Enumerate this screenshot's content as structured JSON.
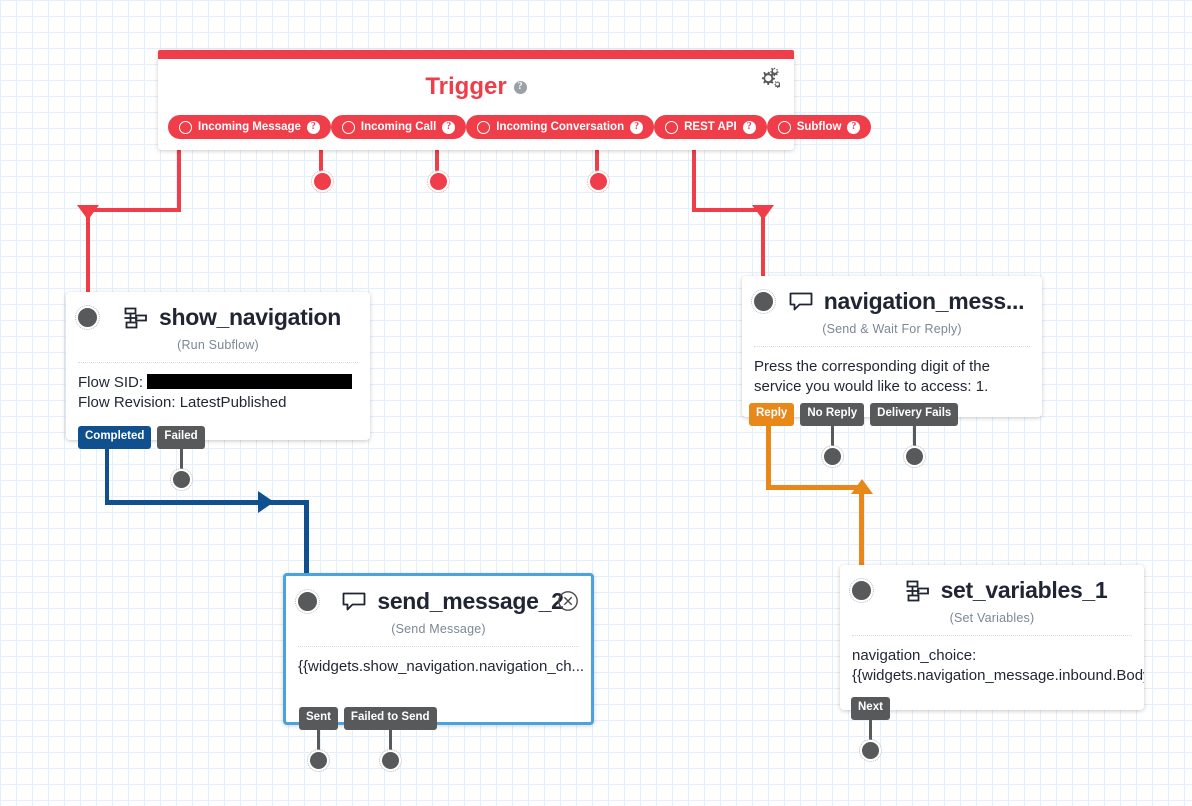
{
  "trigger": {
    "title": "Trigger",
    "help_glyph": "?",
    "settings_icon": "gears-icon",
    "pills": [
      {
        "label": "Incoming Message",
        "name": "trigger-incoming-message"
      },
      {
        "label": "Incoming Call",
        "name": "trigger-incoming-call"
      },
      {
        "label": "Incoming Conversation",
        "name": "trigger-incoming-conversation"
      },
      {
        "label": "REST API",
        "name": "trigger-rest-api"
      },
      {
        "label": "Subflow",
        "name": "trigger-subflow"
      }
    ]
  },
  "nodes": {
    "show_navigation": {
      "title": "show_navigation",
      "subtitle": "(Run Subflow)",
      "icon": "subflow-icon",
      "body": {
        "flow_sid_label": "Flow SID:",
        "flow_sid_value": "",
        "flow_revision": "Flow Revision: LatestPublished"
      },
      "outputs": [
        {
          "label": "Completed",
          "color": "blue"
        },
        {
          "label": "Failed",
          "color": "gray"
        }
      ]
    },
    "navigation_message": {
      "title": "navigation_mess...",
      "subtitle": "(Send & Wait For Reply)",
      "icon": "message-bubble-icon",
      "body_text": "Press the corresponding digit of the service you would like to access: 1.",
      "outputs": [
        {
          "label": "Reply",
          "color": "orange"
        },
        {
          "label": "No Reply",
          "color": "gray"
        },
        {
          "label": "Delivery Fails",
          "color": "gray"
        }
      ]
    },
    "send_message_2": {
      "title": "send_message_2",
      "subtitle": "(Send Message)",
      "icon": "message-bubble-icon",
      "close_icon": "close-circle-icon",
      "body_text": "{{widgets.show_navigation.navigation_ch...",
      "selected": true,
      "outputs": [
        {
          "label": "Sent",
          "color": "gray"
        },
        {
          "label": "Failed to Send",
          "color": "gray"
        }
      ]
    },
    "set_variables_1": {
      "title": "set_variables_1",
      "subtitle": "(Set Variables)",
      "icon": "subflow-icon",
      "body_line1": "navigation_choice:",
      "body_line2": "{{widgets.navigation_message.inbound.Body",
      "outputs": [
        {
          "label": "Next",
          "color": "gray"
        }
      ]
    }
  },
  "colors": {
    "trigger_red": "#ef3e4a",
    "completed_blue": "#10508f",
    "reply_orange": "#e8871a",
    "pill_gray": "#58595b",
    "selection_blue": "#4aa3df"
  }
}
